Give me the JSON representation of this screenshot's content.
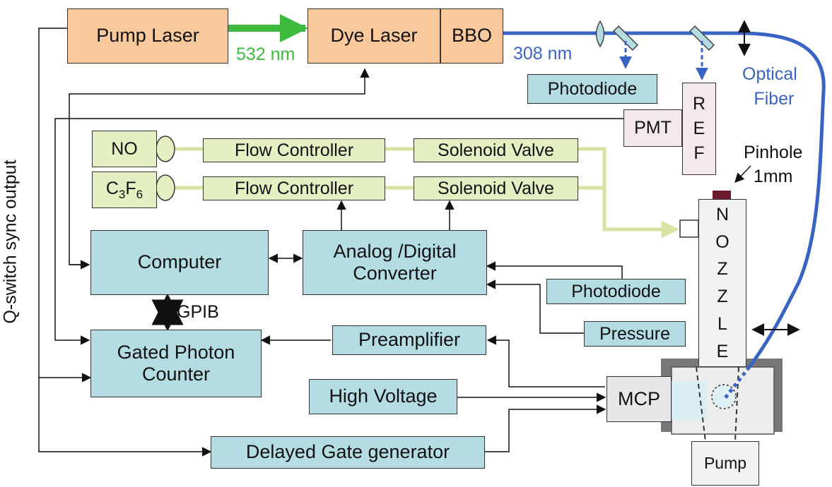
{
  "boxes": {
    "pump_laser": "Pump Laser",
    "dye_laser": "Dye Laser",
    "bbo": "BBO",
    "photodiode_top": "Photodiode",
    "pmt": "PMT",
    "ref": [
      "R",
      "E",
      "F"
    ],
    "no": "NO",
    "c3f6": {
      "base": "C",
      "sub1": "3",
      "mid": "F",
      "sub2": "6"
    },
    "flow_controller_1": "Flow Controller",
    "flow_controller_2": "Flow Controller",
    "solenoid_valve_1": "Solenoid Valve",
    "solenoid_valve_2": "Solenoid Valve",
    "computer": "Computer",
    "adc": [
      "Analog /Digital",
      "Converter"
    ],
    "photodiode_mid": "Photodiode",
    "pressure": "Pressure",
    "gated_photon_counter": [
      "Gated Photon",
      "Counter"
    ],
    "preamplifier": "Preamplifier",
    "high_voltage": "High Voltage",
    "mcp": "MCP",
    "delayed_gate_generator": "Delayed Gate generator",
    "nozzle": [
      "N",
      "O",
      "Z",
      "Z",
      "L",
      "E"
    ],
    "pump": "Pump"
  },
  "labels": {
    "wavelength_green": "532 nm",
    "wavelength_blue": "308 nm",
    "optical_fiber": [
      "Optical",
      "Fiber"
    ],
    "pinhole": [
      "Pinhole",
      "1mm"
    ],
    "gpib": "GPIB",
    "qswitch": "Q-switch sync output"
  },
  "colors": {
    "orange_box": "#f9c89b",
    "cyan_box": "#b3dde3",
    "green_box": "#e4efc2",
    "green_beam": "#3dbb3d",
    "blue_beam": "#3a64c4",
    "gas_line": "#d6e3a2",
    "pinhole_cap": "#6a1b2e"
  }
}
